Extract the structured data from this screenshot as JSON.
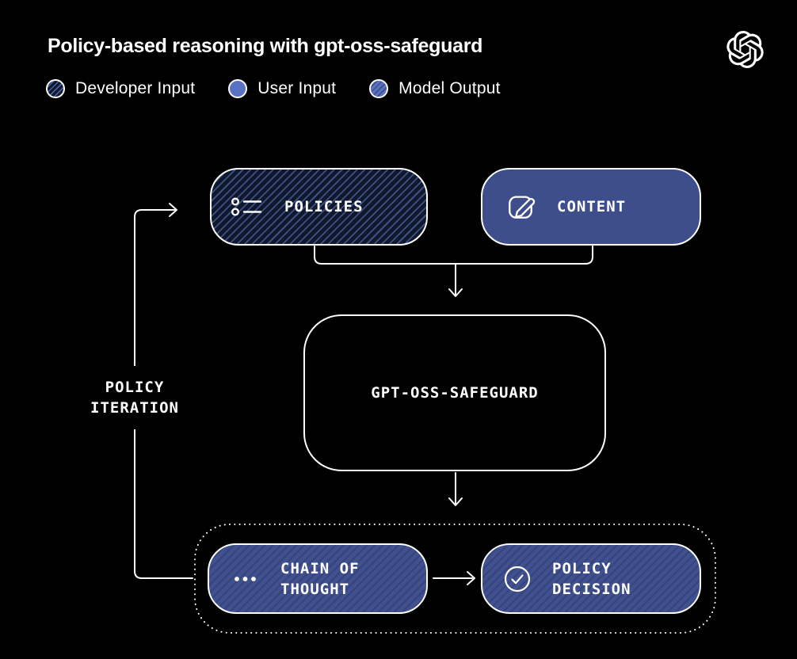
{
  "header": {
    "title": "Policy-based reasoning with gpt-oss-safeguard",
    "logo": "openai-logo"
  },
  "legend": {
    "items": [
      {
        "label": "Developer Input",
        "swatch": "hatched-dark-navy"
      },
      {
        "label": "User Input",
        "swatch": "solid-blue"
      },
      {
        "label": "Model Output",
        "swatch": "hatched-blue"
      }
    ]
  },
  "diagram": {
    "policies": {
      "label": "POLICIES",
      "icon": "list-icon",
      "category": "developer-input"
    },
    "content": {
      "label": "CONTENT",
      "icon": "edit-icon",
      "category": "user-input"
    },
    "safeguard": {
      "label": "GPT-OSS-SAFEGUARD"
    },
    "chain_of_thought": {
      "label": "CHAIN OF THOUGHT",
      "icon": "ellipsis-icon",
      "category": "model-output"
    },
    "policy_decision": {
      "label": "POLICY DECISION",
      "icon": "check-icon",
      "category": "model-output"
    },
    "policy_iteration_label": "POLICY ITERATION"
  },
  "colors": {
    "background": "#000000",
    "box_blue": "#3E4E8A",
    "box_blue_stripe": "#36457B",
    "dark_navy": "#10182B",
    "dark_navy_stripe": "#3E5186",
    "legend_blue": "#5B72C4",
    "line": "#FFFFFF"
  }
}
